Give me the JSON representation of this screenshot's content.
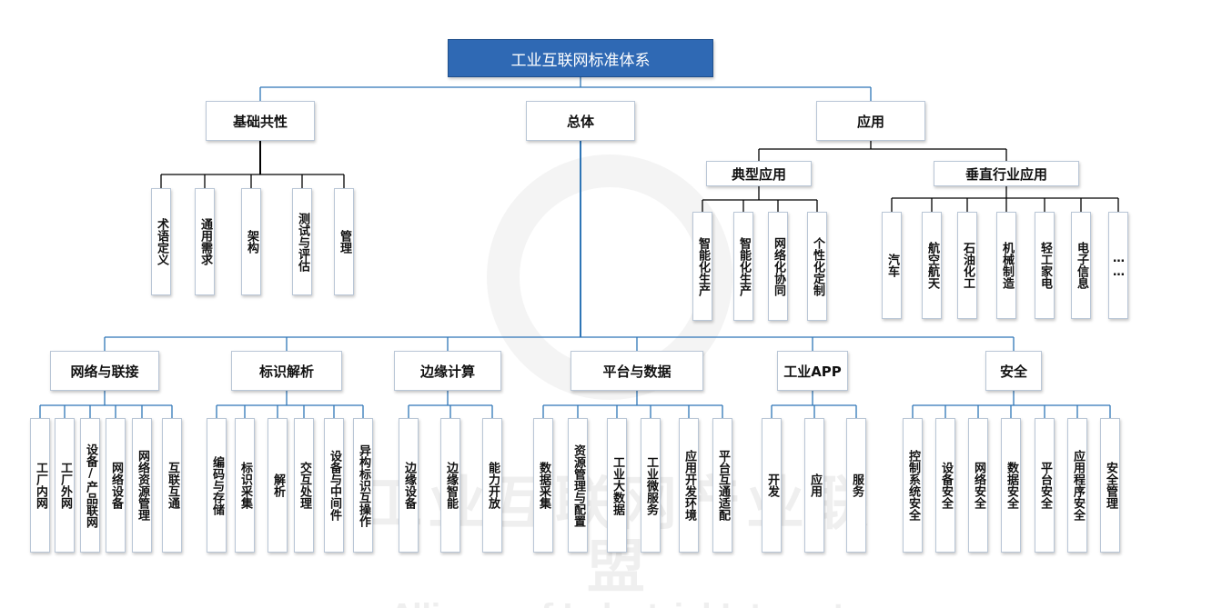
{
  "root": "工业互联网标准体系",
  "top": {
    "jichu": "基础共性",
    "zongti": "总体",
    "yingyong": "应用"
  },
  "jichu_leaves": [
    "术语定义",
    "通用需求",
    "架构",
    "测试与评估",
    "管理"
  ],
  "yingyong_groups": {
    "dianxing": "典型应用",
    "chuizhi": "垂直行业应用"
  },
  "dianxing_leaves": [
    "智能化生产",
    "智能化生产",
    "网络化协同",
    "个性化定制"
  ],
  "chuizhi_leaves": [
    "汽车",
    "航空航天",
    "石油化工",
    "机械制造",
    "轻工家电",
    "电子信息",
    "……"
  ],
  "zongti_children": [
    {
      "label": "网络与联接",
      "leaves": [
        "工厂内网",
        "工厂外网",
        "设备/产品联网",
        "网络设备",
        "网络资源管理",
        "互联互通"
      ]
    },
    {
      "label": "标识解析",
      "leaves": [
        "编码与存储",
        "标识采集",
        "解析",
        "交互处理",
        "设备与中间件",
        "异构标识互操作"
      ]
    },
    {
      "label": "边缘计算",
      "leaves": [
        "边缘设备",
        "边缘智能",
        "能力开放"
      ]
    },
    {
      "label": "平台与数据",
      "leaves": [
        "数据采集",
        "资源管理与配置",
        "工业大数据",
        "工业微服务",
        "应用开发环境",
        "平台互通适配"
      ]
    },
    {
      "label": "工业APP",
      "leaves": [
        "开发",
        "应用",
        "服务"
      ]
    },
    {
      "label": "安全",
      "leaves": [
        "控制系统安全",
        "设备安全",
        "网络安全",
        "数据安全",
        "平台安全",
        "应用程序安全",
        "安全管理"
      ]
    }
  ],
  "watermark": {
    "cn": "工业互联网产业联盟",
    "en": "Alliance of Industrial Internet"
  },
  "colors": {
    "root_fill": "#2f69b4",
    "connector_blue": "#2e75b6",
    "connector_black": "#000000",
    "box_border": "#b9c6d6"
  }
}
